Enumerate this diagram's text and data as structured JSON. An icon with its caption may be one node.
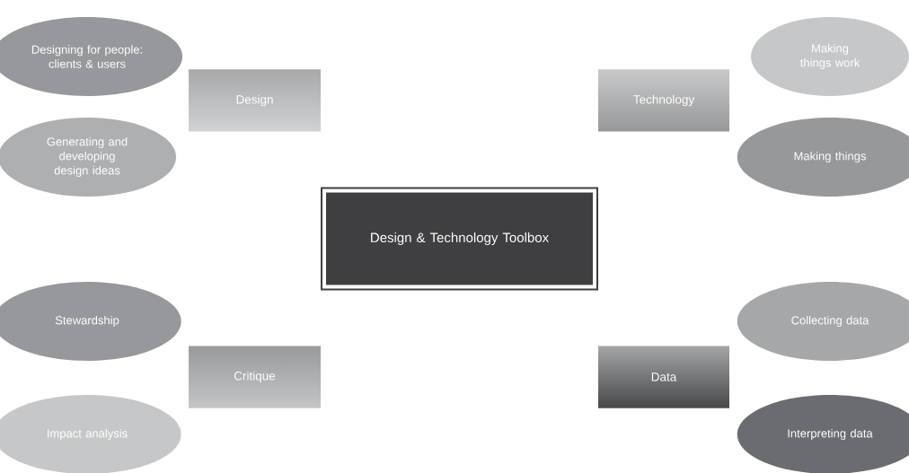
{
  "diagram": {
    "nodes": [
      {
        "text": [
          "Designing for people: clients & users"
        ]
      },
      {
        "text": [
          "Making things work"
        ]
      },
      {
        "text": [
          "Design"
        ]
      },
      {
        "text": [
          "Technology"
        ]
      },
      {
        "text": [
          "Generating and developing design ideas"
        ]
      },
      {
        "text": [
          "Making things"
        ]
      },
      {
        "text": [
          "Design & Technology Toolbox"
        ]
      },
      {
        "text": [
          "Stewardship"
        ]
      },
      {
        "text": [
          "Collecting data"
        ]
      },
      {
        "text": [
          "Critique"
        ]
      },
      {
        "text": [
          "Data"
        ]
      },
      {
        "text": [
          "Impact analysis"
        ]
      },
      {
        "text": [
          "Interpreting data"
        ]
      }
    ]
  }
}
